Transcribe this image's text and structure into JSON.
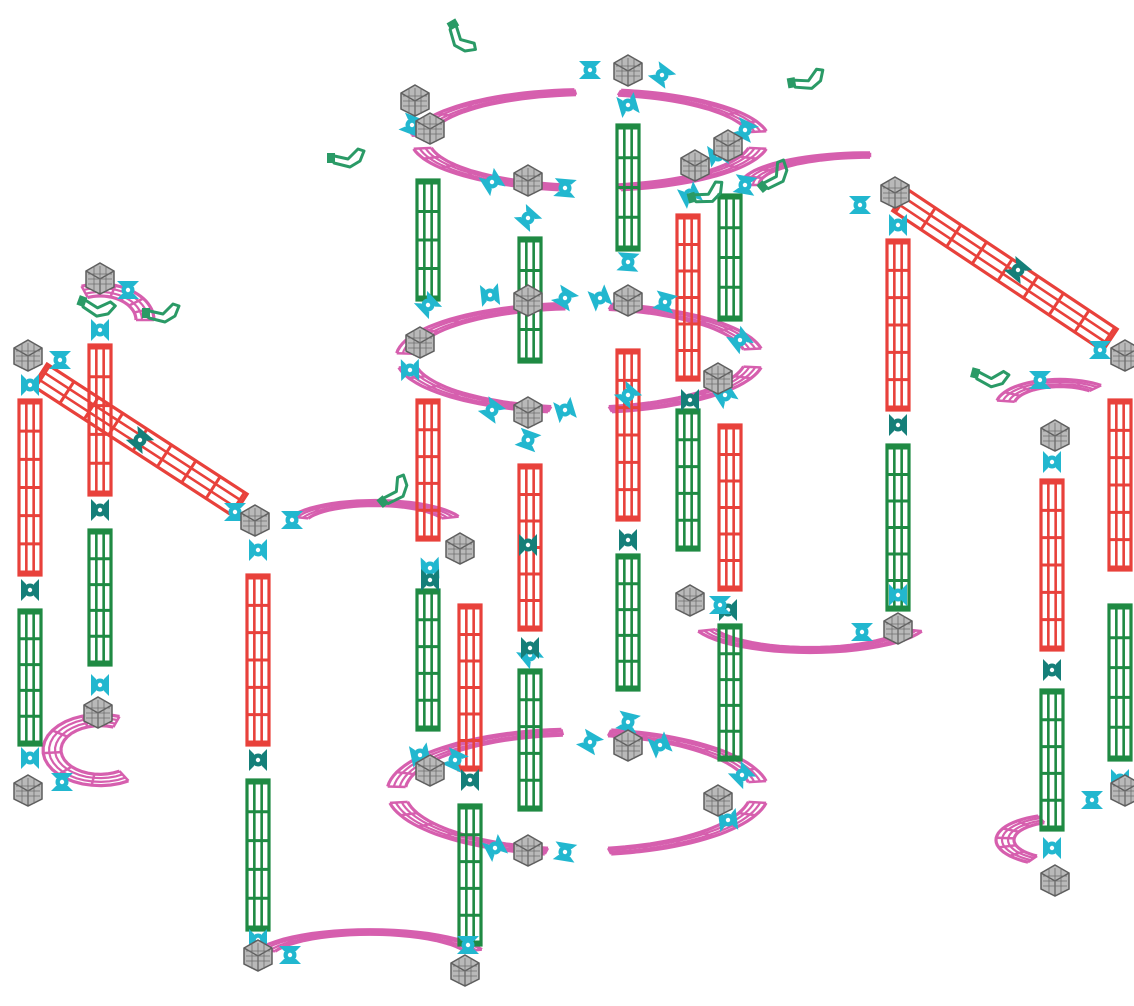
{
  "figure": {
    "kind": "modular framework assembly illustration",
    "background": "#ffffff",
    "colors": {
      "red_rail": "#e8413b",
      "green_rail": "#1f8a43",
      "pink_arc": "#d65fae",
      "cyan_joint": "#22b7cf",
      "teal_joint": "#157f79",
      "gray_node": "#8c8c8c",
      "green_flag": "#2a9a66"
    },
    "part_types": [
      "red-straight-rail",
      "green-straight-rail",
      "pink-curved-rail",
      "cyan-joint",
      "teal-joint",
      "gray-node",
      "green-flag"
    ]
  }
}
